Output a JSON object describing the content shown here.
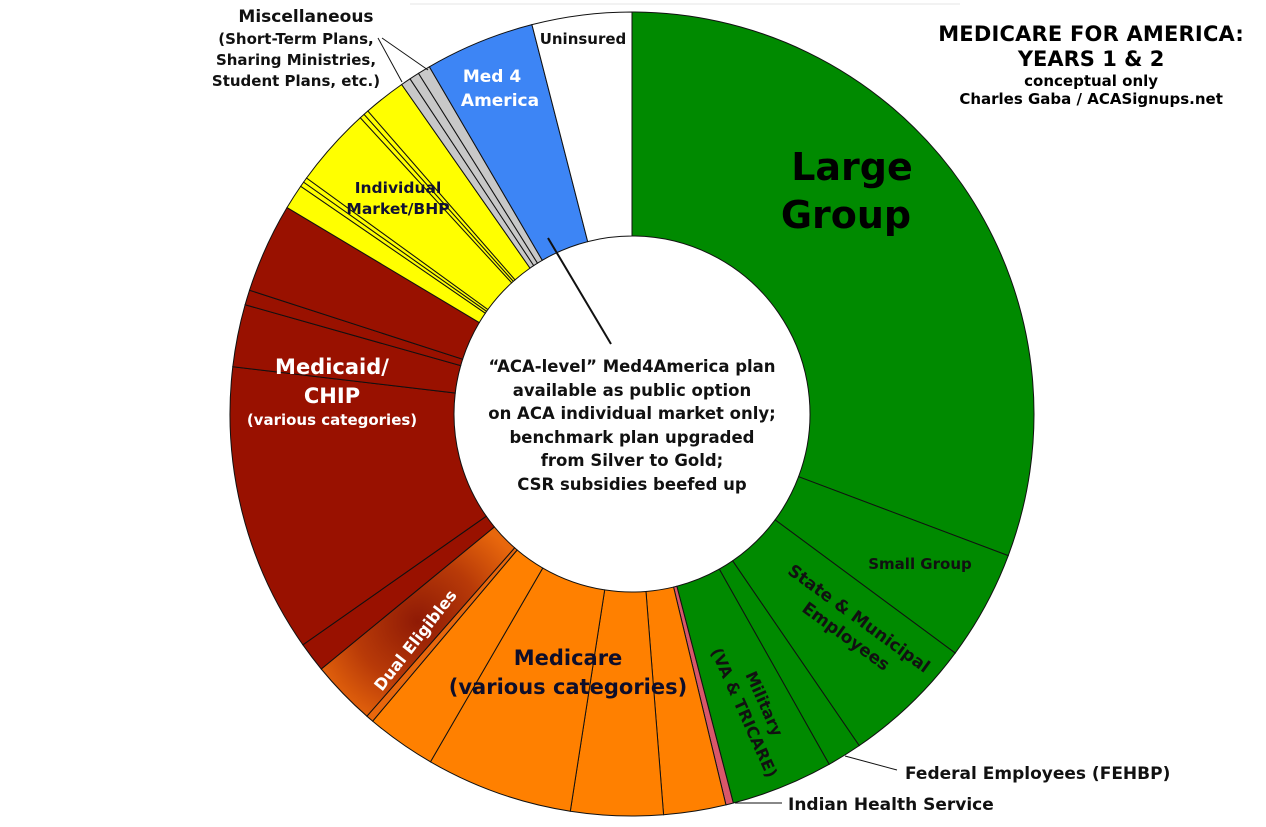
{
  "title": {
    "main": "MEDICARE FOR AMERICA:",
    "line2": "YEARS 1 & 2",
    "line3": "conceptual only",
    "line4": "Charles Gaba / ACASignups.net"
  },
  "center_note": [
    "“ACA-level” Med4America plan",
    "available as public option",
    "on ACA individual market only;",
    "benchmark plan upgraded",
    "from Silver to Gold;",
    "CSR subsidies beefed up"
  ],
  "labels": {
    "large_group": [
      "Large",
      "Group"
    ],
    "small_group": "Small Group",
    "state_municipal": [
      "State & Municipal",
      "Employees"
    ],
    "federal": "Federal Employees (FEHBP)",
    "military": [
      "Military",
      "(VA & TRICARE)"
    ],
    "ihs": "Indian Health Service",
    "medicare": [
      "Medicare",
      "(various categories)"
    ],
    "dual": "Dual Eligibles",
    "medicaid": [
      "Medicaid/",
      "CHIP",
      "(various categories)"
    ],
    "individual": [
      "Individual",
      "Market/BHP"
    ],
    "misc": [
      "Miscellaneous",
      "(Short-Term Plans,",
      "Sharing Ministries,",
      "Student Plans, etc.)"
    ],
    "med4": [
      "Med 4",
      "America"
    ],
    "uninsured": "Uninsured"
  },
  "chart_data": {
    "type": "pie",
    "variant": "donut",
    "title": "MEDICARE FOR AMERICA: YEARS 1 & 2",
    "subtitle": "conceptual only — Charles Gaba / ACASignups.net",
    "unit": "approximate share of population (%)",
    "start": "12 o'clock, clockwise",
    "slices": [
      {
        "name": "Large Group",
        "value": 30.7,
        "color": "#008a00",
        "parts": [
          30.7
        ]
      },
      {
        "name": "Small Group",
        "value": 4.4,
        "color": "#008a00",
        "parts": [
          4.4
        ]
      },
      {
        "name": "State & Municipal Employees",
        "value": 5.3,
        "color": "#008a00",
        "parts": [
          5.3
        ]
      },
      {
        "name": "Federal Employees (FEHBP)",
        "value": 1.4,
        "color": "#008a00",
        "parts": [
          1.4
        ]
      },
      {
        "name": "Military (VA & TRICARE)",
        "value": 4.1,
        "color": "#008a00",
        "parts": [
          4.1
        ]
      },
      {
        "name": "Indian Health Service",
        "value": 0.3,
        "color": "#d9576a",
        "parts": [
          0.3
        ]
      },
      {
        "name": "Medicare (various categories)",
        "value": 14.9,
        "color": "#ff8000",
        "parts": [
          2.5,
          3.7,
          5.9,
          2.8
        ]
      },
      {
        "name": "Dual Eligibles",
        "value": 2.9,
        "color": "#e8670c",
        "parts": [
          0.3,
          2.6
        ]
      },
      {
        "name": "Medicaid/CHIP (various categories)",
        "value": 19.5,
        "color": "#991100",
        "parts": [
          1.2,
          11.6,
          2.5,
          0.6,
          3.6
        ]
      },
      {
        "name": "Individual Market/BHP",
        "value": 6.7,
        "color": "#ffff00",
        "parts": [
          1.0,
          0.2,
          0.2,
          3.2,
          0.2,
          0.2,
          1.7
        ]
      },
      {
        "name": "Miscellaneous (Short-Term Plans, Sharing Ministries, Student Plans, etc.)",
        "value": 1.3,
        "color": "#c8c8c8",
        "parts": [
          0.4,
          0.4,
          0.5
        ]
      },
      {
        "name": "Med 4 America",
        "value": 4.4,
        "color": "#3d85f5",
        "parts": [
          4.4
        ]
      },
      {
        "name": "Uninsured",
        "value": 4.0,
        "color": "#ffffff",
        "parts": [
          4.0
        ]
      }
    ]
  }
}
